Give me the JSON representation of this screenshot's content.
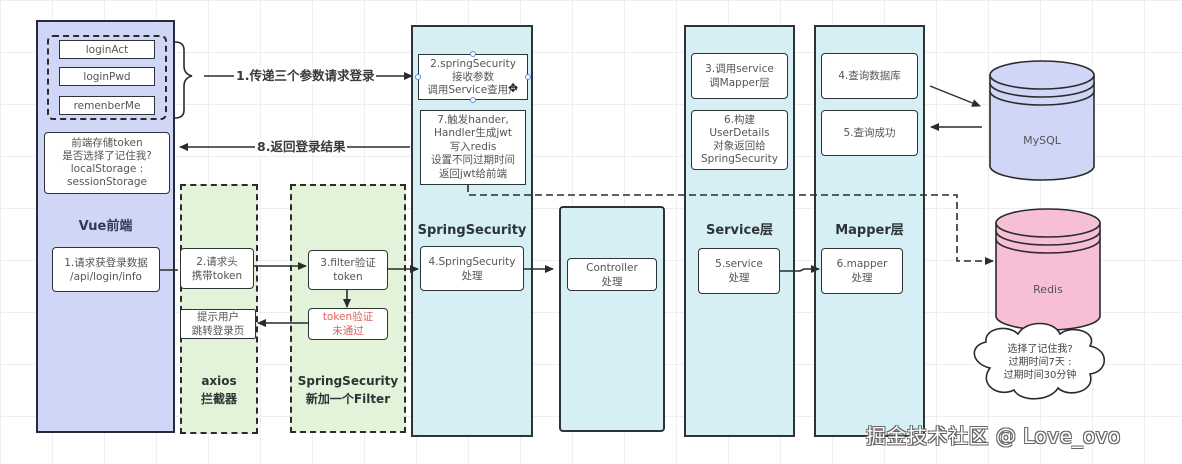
{
  "vue_panel": {
    "title": "Vue前端",
    "params": [
      "loginAct",
      "loginPwd",
      "remenberMe"
    ],
    "store_box": "前端存储token\n是否选择了记住我?\nlocalStorage :\nsessionStorage",
    "request_box": "1.请求获登录数据\n/api/login/info"
  },
  "arrows": {
    "step1": "1.传递三个参数请求登录",
    "step8": "8.返回登录结果"
  },
  "axios_panel": {
    "title": "axios\n拦截器",
    "header_box": "2.请求头\n携带token",
    "redirect_box": "提示用户\n跳转登录页"
  },
  "filter_panel": {
    "title": "SpringSecurity\n新加一个Filter",
    "verify_box": "3.filter验证\ntoken",
    "fail_box": "token验证\n未通过"
  },
  "springsecurity_panel": {
    "title": "SpringSecurity",
    "receive_box": "2.springSecurity\n接收参数\n调用Service查用户",
    "handler_box": "7.触发hander,\nHandler生成jwt\n写入redis\n设置不同过期时间\n返回jwt给前端",
    "process_box": "4.SpringSecurity\n处理"
  },
  "controller_panel": {
    "box": "Controller\n处理"
  },
  "service_panel": {
    "title": "Service层",
    "call_box": "3.调用service\n调Mapper层",
    "build_box": "6.构建\nUserDetails\n对象返回给\nSpringSecurity",
    "process_box": "5.service\n处理"
  },
  "mapper_panel": {
    "title": "Mapper层",
    "query_box": "4.查询数据库",
    "success_box": "5.查询成功",
    "process_box": "6.mapper\n处理"
  },
  "databases": {
    "mysql": {
      "label": "MySQL",
      "color": "#d0d6f6"
    },
    "redis": {
      "label": "Redis",
      "color": "#f7bfd6"
    }
  },
  "cloud_note": "选择了记住我?\n过期时间7天 :\n过期时间30分钟",
  "watermark": "掘金技术社区 @ Love_ovo",
  "colors": {
    "vue_fill": "#d0d6f6",
    "spring_fill": "#d5eff4",
    "filter_fill": "#e3f3d9",
    "error_text": "#e0605c"
  }
}
